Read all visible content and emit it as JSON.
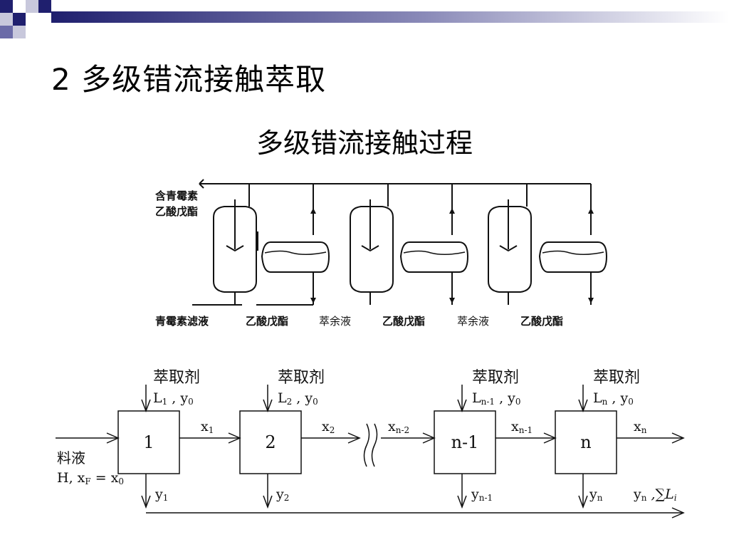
{
  "slide": {
    "title": "2 多级错流接触萃取",
    "subtitle": "多级错流接触过程"
  },
  "equipment_diagram": {
    "top_feed_label_1": "含青霉素",
    "top_feed_label_2": "乙酸戊酯",
    "bottom_labels": [
      "青霉素滤液",
      "乙酸戊酯",
      "萃余液",
      "乙酸戊酯",
      "萃余液",
      "乙酸戊酯"
    ]
  },
  "flow_diagram": {
    "stages": [
      {
        "label": "1",
        "solvent": "萃取剂",
        "solvent_flow": "L",
        "solvent_sub": "1",
        "solvent_y": "y",
        "solvent_y_sub": "0",
        "out_x": "x",
        "out_x_sub": "1",
        "out_y": "y",
        "out_y_sub": "1"
      },
      {
        "label": "2",
        "solvent": "萃取剂",
        "solvent_flow": "L",
        "solvent_sub": "2",
        "solvent_y": "y",
        "solvent_y_sub": "0",
        "out_x": "x",
        "out_x_sub": "2",
        "out_y": "y",
        "out_y_sub": "2"
      },
      {
        "label": "n-1",
        "solvent": "萃取剂",
        "solvent_flow": "L",
        "solvent_sub": "n-1",
        "solvent_y": "y",
        "solvent_y_sub": "0",
        "out_x": "x",
        "out_x_sub": "n-1",
        "out_y": "y",
        "out_y_sub": "n-1"
      },
      {
        "label": "n",
        "solvent": "萃取剂",
        "solvent_flow": "L",
        "solvent_sub": "n",
        "solvent_y": "y",
        "solvent_y_sub": "0",
        "out_x": "x",
        "out_x_sub": "n",
        "out_y": "y",
        "out_y_sub": "n"
      }
    ],
    "break_input": "x",
    "break_input_sub": "n-2",
    "feed_label": "料液",
    "feed_composition": "H, x",
    "feed_sub": "F",
    "feed_eq": " = x",
    "feed_eq_sub": "0",
    "total_extract": "y",
    "total_extract_sub": "n",
    "total_sum": " ,∑L",
    "total_sum_sub": "i"
  },
  "colors": {
    "corner_dark": "#1f1f6e",
    "corner_mid": "#6b6ba8",
    "corner_light": "#c8c8dc",
    "line": "#111111"
  }
}
